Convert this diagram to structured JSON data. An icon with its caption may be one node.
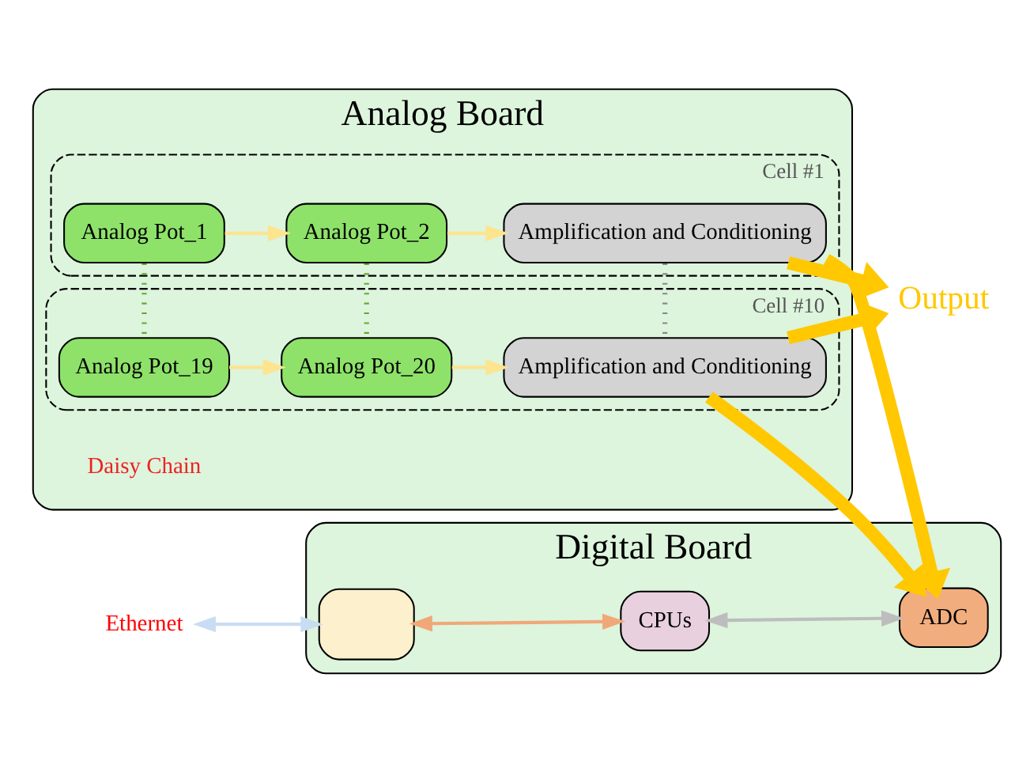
{
  "diagram": {
    "nodes": [
      {
        "text": [
          "Digital Board"
        ]
      },
      {
        "text": [],
        "shape": "box",
        "in": 0
      },
      {
        "text": [
          "CPUs"
        ],
        "in": 0
      },
      {
        "text": [
          "ADC"
        ],
        "in": 0
      },
      {
        "text": [
          "Ethernet"
        ]
      },
      {
        "text": [
          "Analog Board"
        ]
      },
      {
        "text": [
          "Cell #1"
        ],
        "in": 5
      },
      {
        "text": [
          "Analog Pot_1"
        ],
        "in": 6
      },
      {
        "text": [
          "Analog Pot_2"
        ],
        "in": 6
      },
      {
        "text": [
          "Amplification and Conditioning"
        ],
        "in": 6
      },
      {
        "text": [
          "Cell #10"
        ],
        "in": 5
      },
      {
        "text": [
          "Analog Pot_19"
        ],
        "in": 10
      },
      {
        "text": [
          "Analog Pot_20"
        ],
        "in": 10
      },
      {
        "text": [
          "Amplification and Conditioning"
        ],
        "in": 10
      },
      {
        "text": [
          "Output"
        ]
      }
    ],
    "edges": [
      {
        "from": 4,
        "to": 1,
        "arrow": "both",
        "color": "#c9ddf2"
      },
      {
        "from": 1,
        "to": 2,
        "arrow": "both",
        "color": "#f0a878"
      },
      {
        "from": 2,
        "to": 3,
        "arrow": "both",
        "color": "#bdbdbd"
      },
      {
        "from": 7,
        "to": 8,
        "arrow": "to",
        "color": "#fde48e"
      },
      {
        "from": 8,
        "to": 9,
        "arrow": "to",
        "color": "#fde48e"
      },
      {
        "from": 11,
        "to": 12,
        "arrow": "to",
        "color": "#fde48e"
      },
      {
        "from": 12,
        "to": 13,
        "arrow": "to",
        "color": "#fde48e"
      },
      {
        "from": 9,
        "to": 14,
        "arrow": "to",
        "style": "thick",
        "color": "#ffc800"
      },
      {
        "from": 13,
        "to": 14,
        "arrow": "to",
        "style": "thick",
        "color": "#ffc800"
      },
      {
        "from": 9,
        "to": 3,
        "arrow": "to",
        "style": "thick",
        "color": "#ffc800"
      },
      {
        "from": 13,
        "to": 3,
        "arrow": "to",
        "style": "thick",
        "color": "#ffc800"
      },
      {
        "from": 7,
        "to": 11,
        "arrow": "none",
        "style": "dashed",
        "color": "#66a832"
      },
      {
        "from": 8,
        "to": 12,
        "arrow": "none",
        "style": "dashed",
        "color": "#66a832"
      },
      {
        "from": 9,
        "to": 13,
        "arrow": "none",
        "style": "dashed",
        "color": "#888888"
      }
    ],
    "labels": [
      "Daisy Chain"
    ]
  }
}
